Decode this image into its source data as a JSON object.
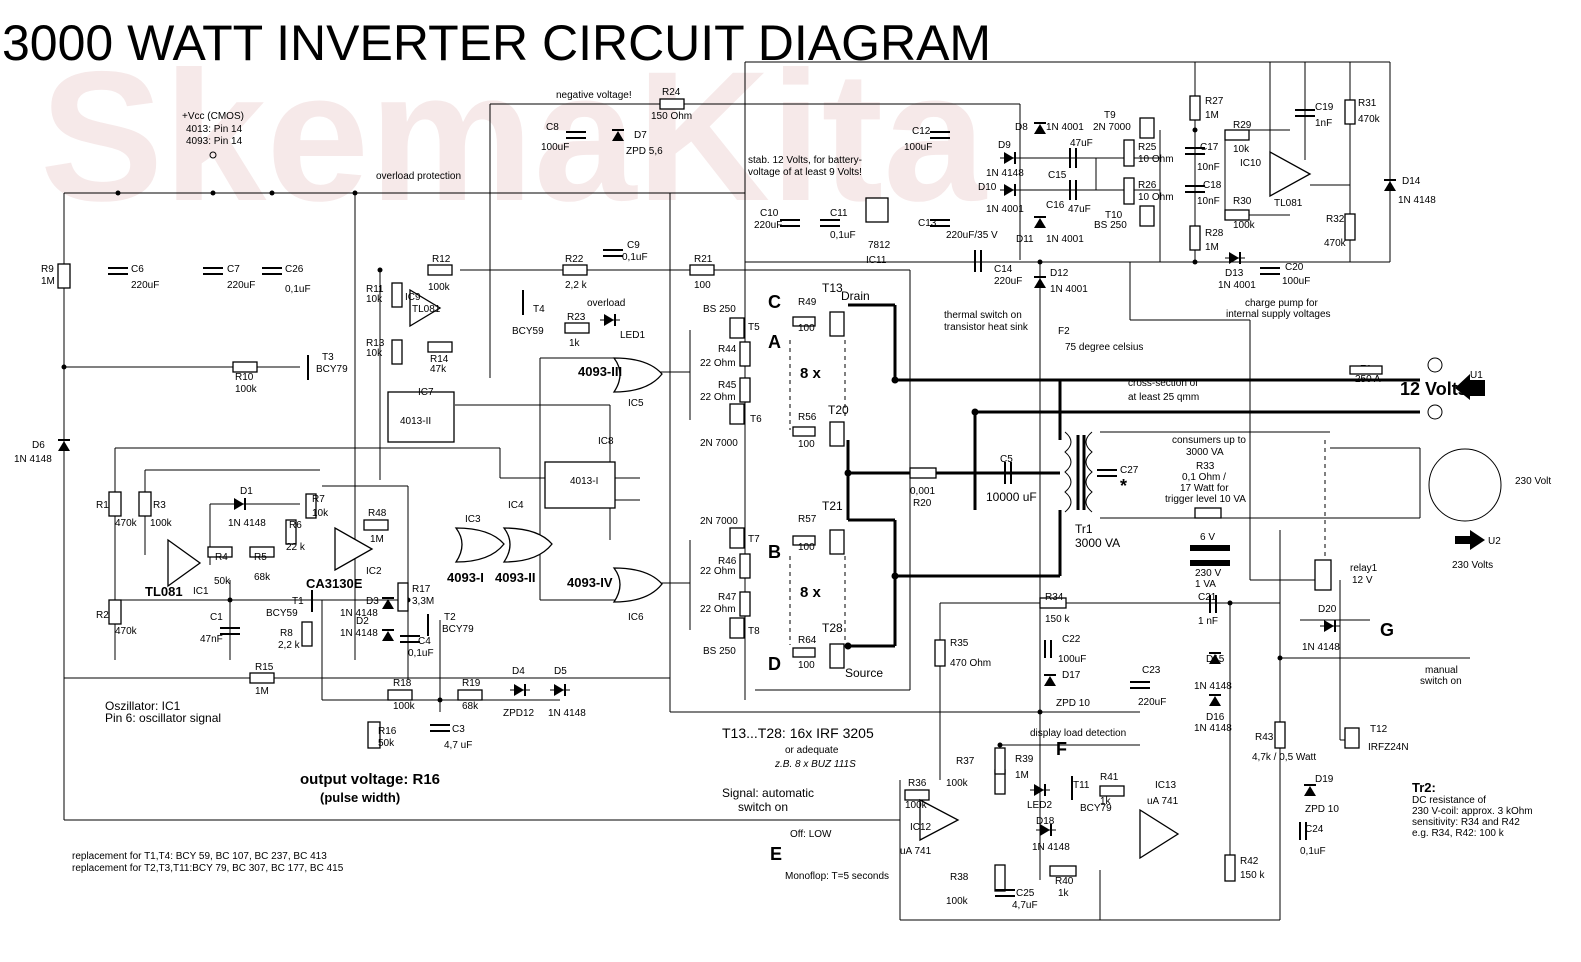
{
  "title": "3000 WATT INVERTER CIRCUIT DIAGRAM",
  "watermark": "SkemaKita",
  "labels": {
    "vcc": "+Vcc (CMOS)",
    "vcc_4013": "4013: Pin 14",
    "vcc_4093": "4093: Pin 14",
    "negative_voltage": "negative voltage!",
    "overload_protection": "overload protection",
    "overload": "overload",
    "stab12": "stab. 12 Volts, for battery-",
    "stab12b": "voltage of at least 9 Volts!",
    "thermal_switch": "thermal switch on",
    "thermal_switch2": "transistor heat sink",
    "deg75": "75 degree celsius",
    "charge_pump": "charge pump for",
    "charge_pump2": "internal supply voltages",
    "cross_section": "cross-section of",
    "cross_section2": "at least 25 qmm",
    "twelve_volts": "12 Volts",
    "consumers": "consumers up to",
    "consumers2": "3000 VA",
    "r33_info": "0,1 Ohm /",
    "r33_info2": "17 Watt for",
    "r33_info3": "trigger level 10 VA",
    "v230": "230 Volt",
    "v230b": "230 Volts",
    "oszillator": "Oszillator: IC1",
    "pin6": "Pin 6: oscillator signal",
    "output_voltage": "output voltage: R16",
    "pulse_width": "(pulse width)",
    "mosfets": "T13...T28: 16x IRF 3205",
    "adequate": "or adequate",
    "zb": "z.B. 8 x BUZ 111S",
    "signal_auto": "Signal: automatic",
    "switch_on": "switch on",
    "off_low": "Off: LOW",
    "monoflop": "Monoflop: T=5 seconds",
    "display_load": "display load detection",
    "manual": "manual",
    "switch_on2": "switch on",
    "replacement1": "replacement for  T1,T4:     BCY 59, BC 107, BC 237, BC 413",
    "replacement2": "replacement for T2,T3,T11:BCY 79, BC 307, BC 177, BC 415",
    "tr2_title": "Tr2:",
    "tr2_1": "DC resistance of",
    "tr2_2": "230 V-coil: approx. 3 kOhm",
    "tr2_3": "sensitivity: R34 and R42",
    "tr2_4": "e.g. R34, R42: 100 k",
    "drain": "Drain",
    "source": "Source",
    "eightx": "8 x",
    "tr1": "Tr1",
    "tr1_va": "3000 VA",
    "tr2_6v": "6 V",
    "tr2_230v": "230 V",
    "tr2_1va": "1 VA",
    "relay1": "relay1",
    "relay1_v": "12 V",
    "f1": "F1",
    "f1_v": "250 A",
    "f2": "F2",
    "u1": "U1",
    "u2": "U2"
  },
  "points": {
    "A": "A",
    "B": "B",
    "C": "C",
    "D": "D",
    "E": "E",
    "F": "F",
    "G": "G"
  },
  "components": {
    "R9": "R9",
    "R9v": "1M",
    "C6": "C6",
    "C6v": "220uF",
    "C7": "C7",
    "C7v": "220uF",
    "C26": "C26",
    "C26v": "0,1uF",
    "R10": "R10",
    "R10v": "100k",
    "T3": "T3",
    "T3v": "BCY79",
    "R11": "R11",
    "R11v": "10k",
    "R12": "R12",
    "R12v": "100k",
    "IC9": "IC9",
    "IC9v": "TL081",
    "R13": "R13",
    "R13v": "10k",
    "R14": "R14",
    "R14v": "47k",
    "T4": "T4",
    "T4v": "BCY59",
    "R22": "R22",
    "R22v": "2,2 k",
    "C9": "C9",
    "C9v": "0,1uF",
    "R21": "R21",
    "R21v": "100",
    "R23": "R23",
    "R23v": "1k",
    "LED1": "LED1",
    "R24": "R24",
    "R24v": "150 Ohm",
    "C8": "C8",
    "C8v": "100uF",
    "D7": "D7",
    "D7v": "ZPD 5,6",
    "IC7": "IC7",
    "IC7v": "4013-II",
    "IC8": "IC8",
    "IC8v": "4013-I",
    "IC5": "IC5",
    "IC5v": "4093-III",
    "IC6": "IC6",
    "IC6v": "4093-IV",
    "IC3": "IC3",
    "IC3v": "4093-I",
    "IC4": "IC4",
    "IC4v": "4093-II",
    "D6": "D6",
    "D6v": "1N 4148",
    "R1": "R1",
    "R1v": "470k",
    "R3": "R3",
    "R3v": "100k",
    "D1": "D1",
    "D1v": "1N 4148",
    "R7": "R7",
    "R7v": "10k",
    "R6": "R6",
    "R6v": "22 k",
    "R48": "R48",
    "R48v": "1M",
    "IC1": "IC1",
    "IC1v": "TL081",
    "R4": "R4",
    "R4v": "50k",
    "R5": "R5",
    "R5v": "68k",
    "IC2": "IC2",
    "IC2v": "CA3130E",
    "R2": "R2",
    "R2v": "470k",
    "C1": "C1",
    "C1v": "47nF",
    "T1": "T1",
    "T1v": "BCY59",
    "R8": "R8",
    "R8v": "2,2 k",
    "D3": "D3",
    "D3v": "1N 4148",
    "D2": "D2",
    "D2v": "1N 4148",
    "R17": "R17",
    "R17v": "3,3M",
    "T2": "T2",
    "T2v": "BCY79",
    "C4": "C4",
    "C4v": "0,1uF",
    "R15": "R15",
    "R15v": "1M",
    "R18": "R18",
    "R18v": "100k",
    "R19": "R19",
    "R19v": "68k",
    "D4": "D4",
    "D4v": "ZPD12",
    "D5": "D5",
    "D5v": "1N 4148",
    "R16": "R16",
    "R16v": "50k",
    "C3": "C3",
    "C3v": "4,7 uF",
    "T5": "T5",
    "T5v": "BS 250",
    "R44": "R44",
    "R44v": "22 Ohm",
    "R45": "R45",
    "R45v": "22 Ohm",
    "T6": "T6",
    "T6v": "2N 7000",
    "T7": "T7",
    "T7v": "2N 7000",
    "R46": "R46",
    "R46v": "22 Ohm",
    "R47": "R47",
    "R47v": "22 Ohm",
    "T8": "T8",
    "T8v": "BS 250",
    "T13": "T13",
    "R49": "R49",
    "R49v": "100",
    "R56": "R56",
    "R56v": "100",
    "T20": "T20",
    "T21": "T21",
    "R57": "R57",
    "R57v": "100",
    "R64": "R64",
    "R64v": "100",
    "T28": "T28",
    "C10": "C10",
    "C10v": "220uF",
    "C11": "C11",
    "C11v": "0,1uF",
    "IC11": "IC11",
    "IC11v": "7812",
    "C12": "C12",
    "C12v": "100uF",
    "C13": "C13",
    "C13v": "220uF/35 V",
    "D8": "D8",
    "D8v": "1N 4001",
    "D9": "D9",
    "D9v": "1N 4148",
    "D10": "D10",
    "D10v": "1N 4001",
    "D11": "D11",
    "D11v": "1N 4001",
    "C15": "C15",
    "C15v": "47uF",
    "C16": "C16",
    "C16v": "47uF",
    "C14": "C14",
    "C14v": "220uF",
    "D12": "D12",
    "D12v": "1N 4001",
    "T9": "T9",
    "T9v": "2N 7000",
    "R25": "R25",
    "R25v": "10 Ohm",
    "R26": "R26",
    "R26v": "10 Ohm",
    "T10": "T10",
    "T10v": "BS 250",
    "R27": "R27",
    "R27v": "1M",
    "R28": "R28",
    "R28v": "1M",
    "C17": "C17",
    "C17v": "10nF",
    "C18": "C18",
    "C18v": "10nF",
    "R29": "R29",
    "R29v": "10k",
    "R30": "R30",
    "R30v": "100k",
    "IC10": "IC10",
    "IC10v": "TL081",
    "C19": "C19",
    "C19v": "1nF",
    "R31": "R31",
    "R31v": "470k",
    "R32": "R32",
    "R32v": "470k",
    "D14": "D14",
    "D14v": "1N 4148",
    "D13": "D13",
    "D13v": "1N 4001",
    "C20": "C20",
    "C20v": "100uF",
    "C5": "C5",
    "C5v": "10000 uF",
    "R20": "R20",
    "R20v": "0,001",
    "C27": "C27",
    "C27v": "*",
    "R33": "R33",
    "R34": "R34",
    "R34v": "150 k",
    "C21": "C21",
    "C21v": "1 nF",
    "C22": "C22",
    "C22v": "100uF",
    "D17": "D17",
    "D17v": "ZPD 10",
    "R35": "R35",
    "R35v": "470 Ohm",
    "C23": "C23",
    "C23v": "220uF",
    "D15": "D15",
    "D15v": "1N 4148",
    "D16": "D16",
    "D16v": "1N 4148",
    "D20": "D20",
    "D20v": "1N 4148",
    "R43": "R43",
    "R43v": "4,7k / 0,5 Watt",
    "T12": "T12",
    "T12v": "IRFZ24N",
    "D19": "D19",
    "D19v": "ZPD 10",
    "C24": "C24",
    "C24v": "0,1uF",
    "R42": "R42",
    "R42v": "150 k",
    "R36": "R36",
    "R36v": "100k",
    "R37": "R37",
    "R37v": "100k",
    "R38": "R38",
    "R38v": "100k",
    "R39": "R39",
    "R39v": "1M",
    "IC12": "IC12",
    "IC12v": "uA 741",
    "IC13": "IC13",
    "IC13v": "uA 741",
    "LED2": "LED2",
    "T11": "T11",
    "T11v": "BCY79",
    "R41": "R41",
    "R41v": "1k",
    "D18": "D18",
    "D18v": "1N 4148",
    "C25": "C25",
    "C25v": "4,7uF",
    "R40": "R40",
    "R40v": "1k"
  }
}
